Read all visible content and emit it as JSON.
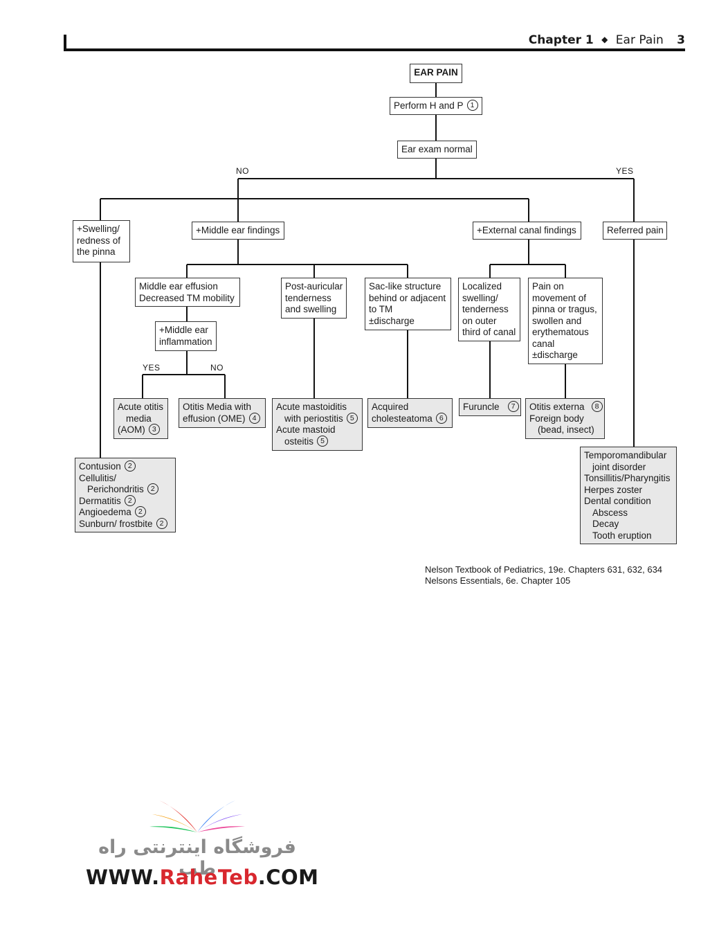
{
  "header": {
    "chapter": "Chapter 1",
    "separator": "◆",
    "topic": "Ear Pain",
    "page": "3"
  },
  "flow": {
    "title": "EAR PAIN",
    "perform": "Perform H and P",
    "perform_num": "1",
    "exam": "Ear exam normal",
    "no": "NO",
    "yes": "YES",
    "swelling": [
      "+Swelling/",
      "redness of",
      "the pinna"
    ],
    "middle_ear": "+Middle ear findings",
    "external": "+External canal findings",
    "referred": "Referred pain",
    "effusion": [
      "Middle ear effusion",
      "Decreased TM mobility"
    ],
    "inflammation": [
      "+Middle ear",
      "inflammation"
    ],
    "inf_yes": "YES",
    "inf_no": "NO",
    "postauricular": [
      "Post-auricular",
      "tenderness",
      "and swelling"
    ],
    "saclike": [
      "Sac-like structure",
      "behind or adjacent",
      "to TM",
      "±discharge"
    ],
    "localized": [
      "Localized",
      "swelling/",
      "tenderness",
      "on outer",
      "third of canal"
    ],
    "pain_movement": [
      "Pain on",
      "movement of",
      "pinna or tragus,",
      "swollen and",
      "erythematous",
      "canal",
      "±discharge"
    ],
    "aom": {
      "l1": "Acute otitis",
      "l2": "media",
      "l3": "(AOM)",
      "num": "3"
    },
    "ome": {
      "l1": "Otitis Media with",
      "l2": "effusion (OME)",
      "num": "4"
    },
    "mastoiditis": {
      "l1": "Acute mastoiditis",
      "l2": "with periostitis",
      "num1": "5",
      "l3": "Acute mastoid",
      "l4": "osteitis",
      "num2": "5"
    },
    "cholesteatoma": {
      "l1": "Acquired",
      "l2": "cholesteatoma",
      "num": "6"
    },
    "furuncle": {
      "l1": "Furuncle",
      "num": "7"
    },
    "externa": {
      "l1": "Otitis externa",
      "num": "8",
      "l2": "Foreign body",
      "l3": "(bead, insect)"
    },
    "pinna_dx": {
      "l1": "Contusion",
      "n1": "2",
      "l2": "Cellulitis/",
      "l3": "Perichondritis",
      "n3": "2",
      "l4": "Dermatitis",
      "n4": "2",
      "l5": "Angioedema",
      "n5": "2",
      "l6": "Sunburn/ frostbite",
      "n6": "2"
    },
    "referred_dx": [
      "Temporomandibular",
      "joint disorder",
      "Tonsillitis/Pharyngitis",
      "Herpes zoster",
      "Dental condition",
      "Abscess",
      "Decay",
      "Tooth eruption"
    ]
  },
  "references": [
    "Nelson Textbook of Pediatrics, 19e. Chapters 631, 632, 634",
    "Nelsons Essentials, 6e. Chapter 105"
  ],
  "watermark": {
    "persian": "فروشگاه اینترنتی راه طب",
    "url_start": "WWW.",
    "url_mid": "RaheTeb",
    "url_end": ".COM"
  }
}
